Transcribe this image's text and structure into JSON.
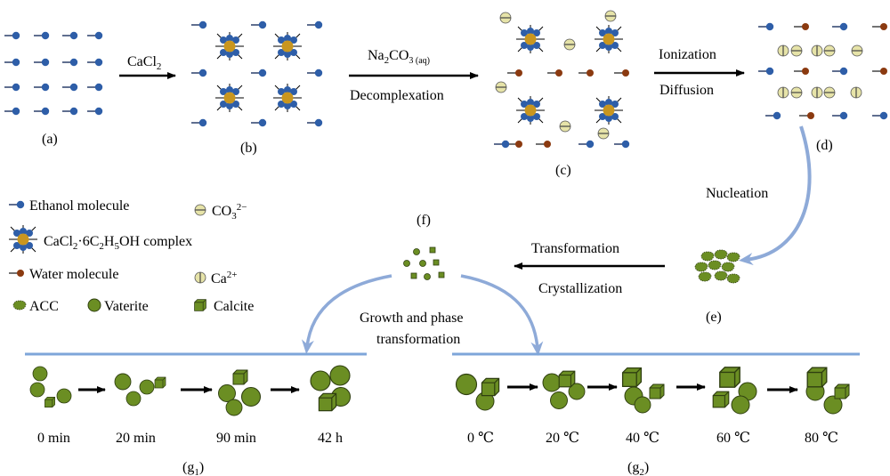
{
  "panels": {
    "a": "(a)",
    "b": "(b)",
    "c": "(c)",
    "d": "(d)",
    "e": "(e)",
    "f": "(f)",
    "g1_main": "(g",
    "g1_sub": "1",
    "g1_close": ")",
    "g2_main": "(g",
    "g2_sub": "2",
    "g2_close": ")"
  },
  "arrows": {
    "ab_cacl": "CaCl",
    "ab_sub": "2",
    "bc_na": "Na",
    "bc_sub1": "2",
    "bc_co": "CO",
    "bc_sub2": "3 (aq)",
    "bc_bottom": "Decomplexation",
    "cd_top": "Ionization",
    "cd_bottom": "Diffusion",
    "de": "Nucleation",
    "ef_top": "Transformation",
    "ef_bottom": "Crystallization",
    "growth_line1": "Growth and phase",
    "growth_line2": "transformation"
  },
  "legend": {
    "ethanol": "Ethanol molecule",
    "co3": "CO",
    "co3_sub": "3",
    "co3_sup": "2−",
    "complex_a": "CaCl",
    "complex_s1": "2",
    "complex_b": "·6C",
    "complex_s2": "2",
    "complex_c": "H",
    "complex_s3": "5",
    "complex_d": "OH complex",
    "water": "Water molecule",
    "ca": "Ca",
    "ca_sup": "2+",
    "acc": "ACC",
    "vaterite": "Vaterite",
    "calcite": "Calcite"
  },
  "time_labels": [
    "0 min",
    "20 min",
    "90 min",
    "42 h"
  ],
  "temp_labels": [
    "0 ℃",
    "20 ℃",
    "40 ℃",
    "60 ℃",
    "80 ℃"
  ],
  "colors": {
    "ethanol": "#2e5ea8",
    "water": "#8b3a10",
    "complex_core": "#c9961f",
    "vaterite": "#6b8e23",
    "vaterite_stroke": "#2f3f10",
    "carbonate_fill": "#e6e3a8",
    "curve": "#8eaad8",
    "line_blue": "#7ea6d9"
  }
}
